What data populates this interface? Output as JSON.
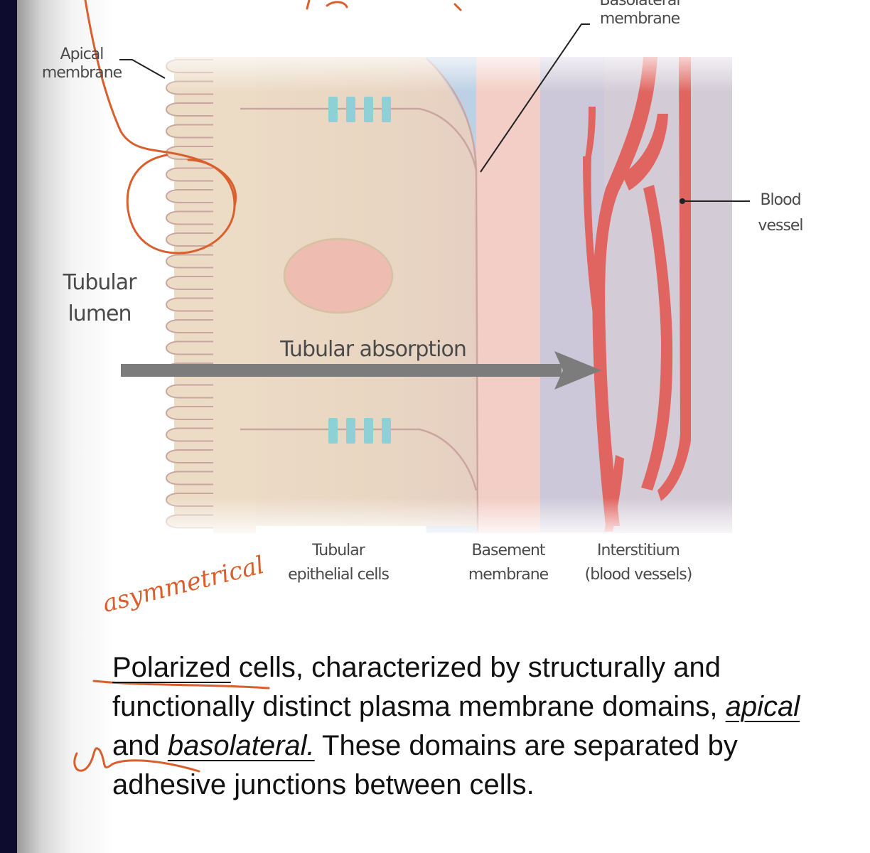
{
  "diagram": {
    "labels": {
      "apical_membrane": [
        "Apical",
        "membrane"
      ],
      "basolateral_membrane": [
        "Basolateral",
        "membrane"
      ],
      "blood_vessel": [
        "Blood",
        "vessel"
      ],
      "tubular_lumen": [
        "Tubular",
        "lumen"
      ],
      "tubular_absorption": "Tubular absorption",
      "tubular_epithelial_cells": [
        "Tubular",
        "epithelial cells"
      ],
      "basement_membrane": [
        "Basement",
        "membrane"
      ],
      "interstitium": [
        "Interstitium",
        "(blood vessels)"
      ]
    },
    "colors": {
      "cell": "#ecdcc6",
      "cell_outline": "#caa6a0",
      "nucleus": "#eebcb1",
      "junction": "#8fcfd6",
      "lateral_space": "#bcd0e3",
      "basement": "#f3cfc7",
      "interstitium": "#d2cad4",
      "vessel": "#e06460",
      "arrow": "#7c7c7c",
      "annotation_ink": "#d9602e"
    }
  },
  "caption": {
    "w1": "Polarized",
    "w2": " cells, characterized by structurally and functionally distinct plasma membrane domains, ",
    "w3": "apical",
    "w4": " and ",
    "w5": "basolateral.",
    "w6": " These domains are separated by adhesive junctions between cells."
  },
  "annotations": {
    "handwritten_note": "asymmetrical"
  }
}
